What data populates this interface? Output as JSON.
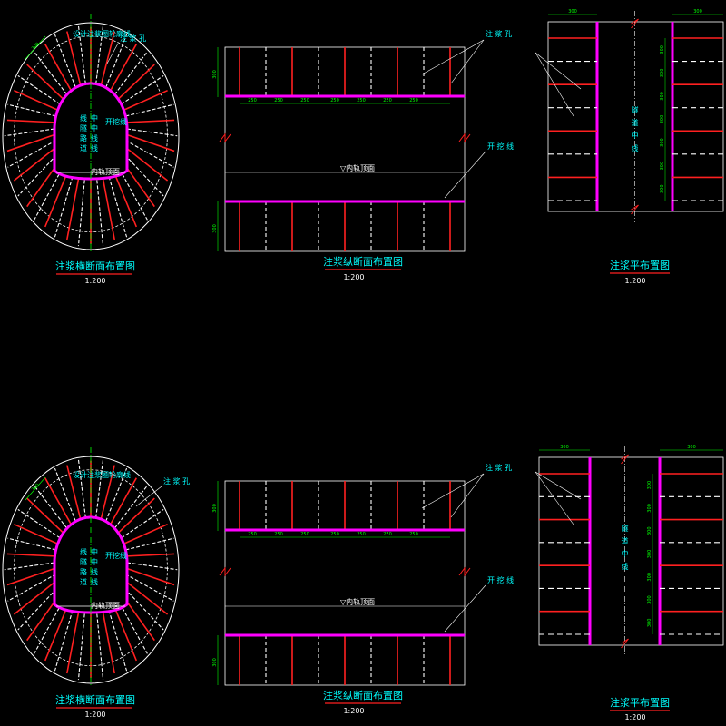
{
  "drawing": {
    "sets": [
      {
        "cross_section": {
          "title": "注浆横断面布置图",
          "scale": "1:200",
          "label_outer_line": "设计注浆圈轮廓线",
          "label_hole": "注 浆 孔",
          "label_excavation": "开挖线",
          "label_center": "线隧路道中中线线",
          "label_rail_top": "内轨顶面",
          "dim_value": "300"
        },
        "longitudinal": {
          "title": "注浆纵断面布置图",
          "scale": "1:200",
          "label_hole": "注 浆 孔",
          "label_excavation": "开 挖 线",
          "label_rail_top": "内轨顶面",
          "dim_height": "300",
          "spacings": [
            "250",
            "250",
            "250",
            "250",
            "250",
            "250",
            "250"
          ]
        },
        "plan": {
          "title": "注浆平布置图",
          "scale": "1:200",
          "label_center": "隧道中线",
          "dim_width": "300"
        }
      },
      {
        "cross_section": {
          "title": "注浆横断面布置图",
          "scale": "1:200",
          "label_outer_line": "设计注浆圈轮廓线",
          "label_hole": "注 浆 孔",
          "label_excavation": "开挖线",
          "label_center": "线隧路道中中线线",
          "label_rail_top": "内轨顶面",
          "dim_value": "300"
        },
        "longitudinal": {
          "title": "注浆纵断面布置图",
          "scale": "1:200",
          "label_hole": "注 浆 孔",
          "label_excavation": "开 挖 线",
          "label_rail_top": "内轨顶面",
          "dim_height": "300",
          "spacings": [
            "250",
            "250",
            "250",
            "250",
            "250",
            "250",
            "250"
          ]
        },
        "plan": {
          "title": "注浆平布置图",
          "scale": "1:200",
          "label_center": "隧道中线",
          "dim_width": "300"
        }
      }
    ],
    "colors": {
      "background": "#000000",
      "grout_hole": "#ff2020",
      "excavation": "#ff00ff",
      "dimension": "#00ff00",
      "text": "#00ffff",
      "line": "#ffffff"
    }
  }
}
